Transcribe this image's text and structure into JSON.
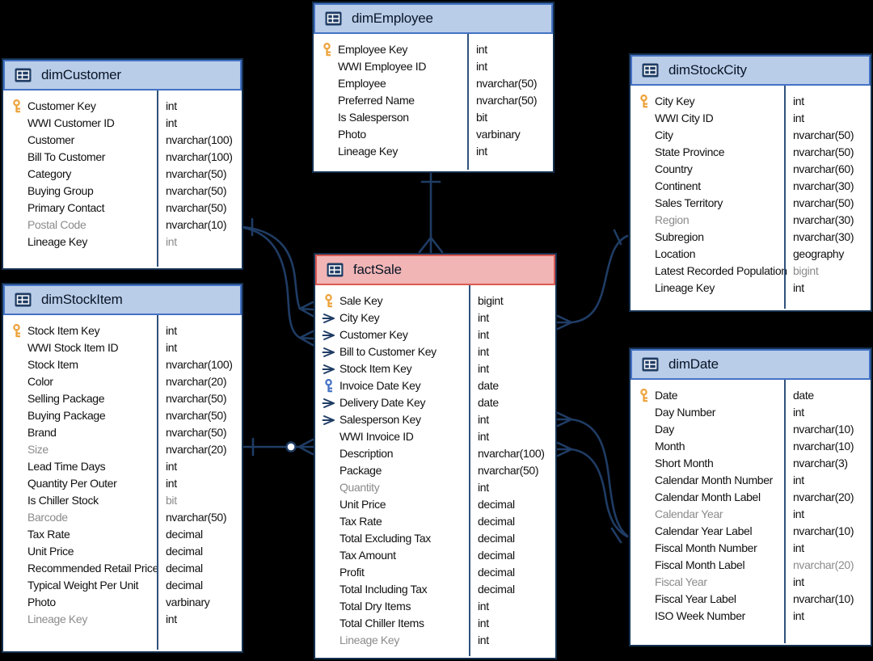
{
  "diagram": {
    "background": "#000000",
    "colors": {
      "table_border": "#14304F",
      "header_blue_fill": "#B9CDE9",
      "header_blue_border": "#4472C4",
      "header_red_fill": "#F2B5B5",
      "header_red_border": "#DA5A52",
      "divider": "#31517C",
      "connector": "#1F3C64",
      "primary_key_orange": "#EDA33C",
      "primary_key_blue": "#4472C4",
      "foreign_key": "#1F3C64",
      "text": "#101010",
      "muted_text": "#8B8B8B",
      "table_icon": "#1F3C64"
    },
    "tables": [
      {
        "id": "dimEmployee",
        "title": "dimEmployee",
        "theme": "blue",
        "fields": [
          {
            "icon": "pk",
            "name": "Employee Key",
            "type": "int"
          },
          {
            "name": "WWI Employee ID",
            "type": "int"
          },
          {
            "name": "Employee",
            "type": "nvarchar(50)"
          },
          {
            "name": "Preferred Name",
            "type": "nvarchar(50)"
          },
          {
            "name": "Is Salesperson",
            "type": "bit"
          },
          {
            "name": "Photo",
            "type": "varbinary"
          },
          {
            "name": "Lineage Key",
            "type": "int"
          }
        ]
      },
      {
        "id": "dimCustomer",
        "title": "dimCustomer",
        "theme": "blue",
        "fields": [
          {
            "icon": "pk",
            "name": "Customer Key",
            "type": "int"
          },
          {
            "name": "WWI Customer ID",
            "type": "int"
          },
          {
            "name": "Customer",
            "type": "nvarchar(100)"
          },
          {
            "name": "Bill To Customer",
            "type": "nvarchar(100)"
          },
          {
            "name": "Category",
            "type": "nvarchar(50)"
          },
          {
            "name": "Buying Group",
            "type": "nvarchar(50)"
          },
          {
            "name": "Primary Contact",
            "type": "nvarchar(50)"
          },
          {
            "name": "Postal Code",
            "type": "nvarchar(10)",
            "name_muted": true
          },
          {
            "name": "Lineage Key",
            "type": "int",
            "type_muted": true
          }
        ]
      },
      {
        "id": "dimStockCity",
        "title": "dimStockCity",
        "theme": "blue",
        "fields": [
          {
            "icon": "pk",
            "name": "City Key",
            "type": "int"
          },
          {
            "name": "WWI City ID",
            "type": "int"
          },
          {
            "name": "City",
            "type": "nvarchar(50)"
          },
          {
            "name": "State Province",
            "type": "nvarchar(50)"
          },
          {
            "name": "Country",
            "type": "nvarchar(60)"
          },
          {
            "name": "Continent",
            "type": "nvarchar(30)"
          },
          {
            "name": "Sales Territory",
            "type": "nvarchar(50)"
          },
          {
            "name": "Region",
            "type": "nvarchar(30)",
            "name_muted": true
          },
          {
            "name": "Subregion",
            "type": "nvarchar(30)"
          },
          {
            "name": "Location",
            "type": "geography"
          },
          {
            "name": "Latest Recorded Population",
            "type": "bigint",
            "type_muted": true
          },
          {
            "name": "Lineage Key",
            "type": "int"
          }
        ]
      },
      {
        "id": "factSale",
        "title": "factSale",
        "theme": "red",
        "fields": [
          {
            "icon": "pk",
            "name": "Sale Key",
            "type": "bigint"
          },
          {
            "icon": "fk",
            "name": "City Key",
            "type": "int"
          },
          {
            "icon": "fk",
            "name": "Customer Key",
            "type": "int"
          },
          {
            "icon": "fk",
            "name": "Bill to Customer Key",
            "type": "int"
          },
          {
            "icon": "fk",
            "name": "Stock Item Key",
            "type": "int"
          },
          {
            "icon": "pk-alt",
            "name": "Invoice Date Key",
            "type": "date"
          },
          {
            "icon": "fk",
            "name": "Delivery Date Key",
            "type": "date"
          },
          {
            "icon": "fk",
            "name": "Salesperson Key",
            "type": "int"
          },
          {
            "name": "WWI Invoice ID",
            "type": "int"
          },
          {
            "name": "Description",
            "type": "nvarchar(100)"
          },
          {
            "name": "Package",
            "type": "nvarchar(50)"
          },
          {
            "name": "Quantity",
            "type": "int",
            "name_muted": true
          },
          {
            "name": "Unit Price",
            "type": "decimal"
          },
          {
            "name": "Tax Rate",
            "type": "decimal"
          },
          {
            "name": "Total Excluding Tax",
            "type": "decimal"
          },
          {
            "name": "Tax Amount",
            "type": "decimal"
          },
          {
            "name": "Profit",
            "type": "decimal"
          },
          {
            "name": "Total Including Tax",
            "type": "decimal"
          },
          {
            "name": "Total Dry Items",
            "type": "int"
          },
          {
            "name": "Total Chiller Items",
            "type": "int"
          },
          {
            "name": "Lineage Key",
            "type": "int",
            "name_muted": true
          }
        ]
      },
      {
        "id": "dimStockItem",
        "title": "dimStockItem",
        "theme": "blue",
        "fields": [
          {
            "icon": "pk",
            "name": "Stock Item Key",
            "type": "int"
          },
          {
            "name": "WWI Stock Item ID",
            "type": "int"
          },
          {
            "name": "Stock Item",
            "type": "nvarchar(100)"
          },
          {
            "name": "Color",
            "type": "nvarchar(20)"
          },
          {
            "name": "Selling Package",
            "type": "nvarchar(50)"
          },
          {
            "name": "Buying Package",
            "type": "nvarchar(50)"
          },
          {
            "name": "Brand",
            "type": "nvarchar(50)"
          },
          {
            "name": "Size",
            "type": "nvarchar(20)",
            "name_muted": true
          },
          {
            "name": "Lead Time Days",
            "type": "int"
          },
          {
            "name": "Quantity Per Outer",
            "type": "int"
          },
          {
            "name": "Is Chiller Stock",
            "type": "bit",
            "type_muted": true
          },
          {
            "name": "Barcode",
            "type": "nvarchar(50)",
            "name_muted": true
          },
          {
            "name": "Tax Rate",
            "type": "decimal"
          },
          {
            "name": "Unit Price",
            "type": "decimal"
          },
          {
            "name": "Recommended Retail Price",
            "type": "decimal"
          },
          {
            "name": "Typical Weight Per Unit",
            "type": "decimal"
          },
          {
            "name": "Photo",
            "type": "varbinary"
          },
          {
            "name": "Lineage Key",
            "type": "int",
            "name_muted": true
          }
        ]
      },
      {
        "id": "dimDate",
        "title": "dimDate",
        "theme": "blue",
        "fields": [
          {
            "icon": "pk",
            "name": "Date",
            "type": "date"
          },
          {
            "name": "Day Number",
            "type": "int"
          },
          {
            "name": "Day",
            "type": "nvarchar(10)"
          },
          {
            "name": "Month",
            "type": "nvarchar(10)"
          },
          {
            "name": "Short Month",
            "type": "nvarchar(3)"
          },
          {
            "name": "Calendar Month Number",
            "type": "int"
          },
          {
            "name": "Calendar Month Label",
            "type": "nvarchar(20)"
          },
          {
            "name": "Calendar Year",
            "type": "int",
            "name_muted": true
          },
          {
            "name": "Calendar Year Label",
            "type": "nvarchar(10)"
          },
          {
            "name": "Fiscal Month Number",
            "type": "int"
          },
          {
            "name": "Fiscal Month Label",
            "type": "nvarchar(20)",
            "type_muted": true
          },
          {
            "name": "Fiscal Year",
            "type": "int",
            "name_muted": true
          },
          {
            "name": "Fiscal Year Label",
            "type": "nvarchar(10)"
          },
          {
            "name": "ISO Week Number",
            "type": "int"
          }
        ]
      }
    ],
    "relationships": [
      {
        "id": "rel-employee-sale",
        "from": "dimEmployee",
        "to": "factSale",
        "from_end": "one",
        "to_end": "many"
      },
      {
        "id": "rel-customer-sale-1",
        "from": "dimCustomer",
        "to": "factSale",
        "from_end": "one",
        "to_end": "many"
      },
      {
        "id": "rel-customer-sale-2",
        "from": "dimCustomer",
        "to": "factSale",
        "from_end": "one",
        "to_end": "many"
      },
      {
        "id": "rel-stockitem-sale",
        "from": "dimStockItem",
        "to": "factSale",
        "from_end": "one",
        "to_end": "zero-or-many"
      },
      {
        "id": "rel-stockcity-sale",
        "from": "dimStockCity",
        "to": "factSale",
        "from_end": "one",
        "to_end": "many"
      },
      {
        "id": "rel-date-sale-1",
        "from": "dimDate",
        "to": "factSale",
        "from_end": "one",
        "to_end": "many"
      },
      {
        "id": "rel-date-sale-2",
        "from": "dimDate",
        "to": "factSale",
        "from_end": "one",
        "to_end": "many"
      }
    ]
  }
}
